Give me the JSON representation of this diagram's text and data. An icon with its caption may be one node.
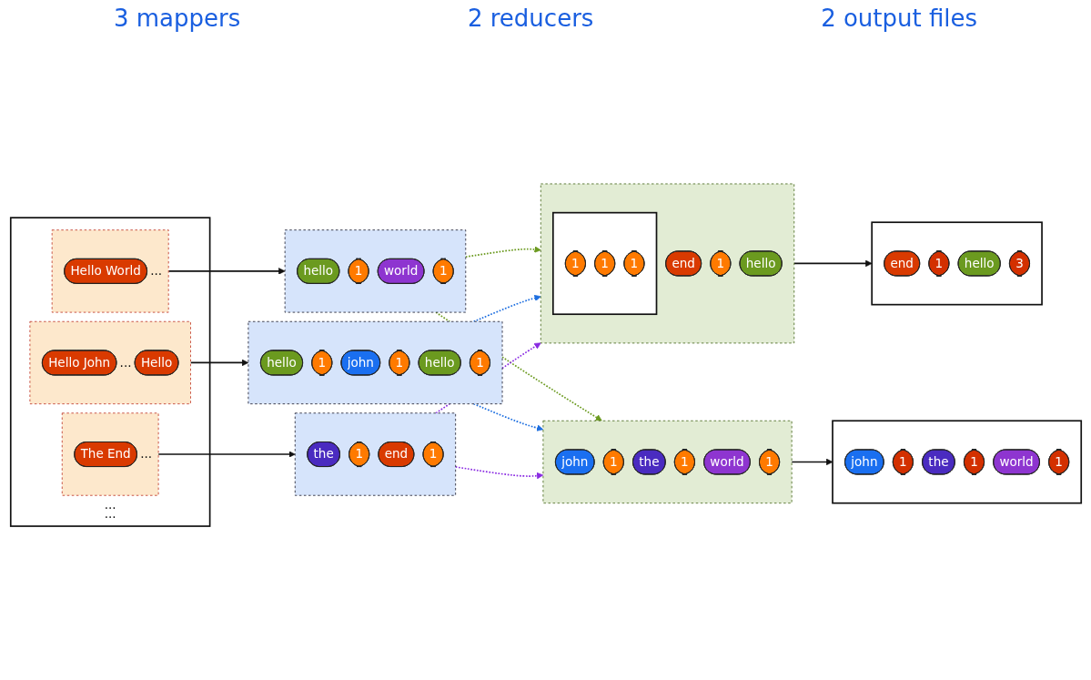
{
  "diagram": {
    "nodes": [
      {
        "text": [],
        "shape": "box"
      },
      {
        "text": [],
        "shape": "box",
        "in": 0
      },
      {
        "text": [
          "Hello World"
        ],
        "in": 1
      },
      {
        "text": [
          "..."
        ],
        "in": 1
      },
      {
        "text": [
          "..."
        ],
        "in": 0
      },
      {
        "text": [],
        "shape": "box",
        "in": 0
      },
      {
        "text": [
          "Hello John"
        ],
        "in": 5
      },
      {
        "text": [
          "..."
        ],
        "in": 5
      },
      {
        "text": [
          "Hello"
        ],
        "in": 5
      },
      {
        "text": [
          "..."
        ],
        "in": 0
      },
      {
        "text": [],
        "shape": "box",
        "in": 0
      },
      {
        "text": [
          "The End"
        ],
        "in": 10
      },
      {
        "text": [
          "..."
        ],
        "in": 10
      },
      {
        "text": [],
        "shape": "box"
      },
      {
        "text": [
          "hello"
        ],
        "in": 13
      },
      {
        "text": [
          "1"
        ],
        "in": 13
      },
      {
        "text": [
          "world"
        ],
        "in": 13
      },
      {
        "text": [
          "1"
        ],
        "in": 13
      },
      {
        "text": [],
        "shape": "box"
      },
      {
        "text": [
          "hello"
        ],
        "in": 18
      },
      {
        "text": [
          "1"
        ],
        "in": 18
      },
      {
        "text": [
          "john"
        ],
        "in": 18
      },
      {
        "text": [
          "1"
        ],
        "in": 18
      },
      {
        "text": [
          "hello"
        ],
        "in": 18
      },
      {
        "text": [
          "1"
        ],
        "in": 18
      },
      {
        "text": [],
        "shape": "box"
      },
      {
        "text": [
          "the"
        ],
        "in": 25
      },
      {
        "text": [
          "1"
        ],
        "in": 25
      },
      {
        "text": [
          "end"
        ],
        "in": 25
      },
      {
        "text": [
          "1"
        ],
        "in": 25
      },
      {
        "text": [],
        "shape": "box"
      },
      {
        "text": [
          "end"
        ],
        "in": 30
      },
      {
        "text": [
          "1"
        ],
        "in": 30
      },
      {
        "text": [
          "hello"
        ],
        "in": 30
      },
      {
        "text": [],
        "shape": "box",
        "in": 30
      },
      {
        "text": [
          "1"
        ],
        "in": 34
      },
      {
        "text": [
          "1"
        ],
        "in": 34
      },
      {
        "text": [
          "1"
        ],
        "in": 34
      },
      {
        "text": [],
        "shape": "box"
      },
      {
        "text": [
          "john"
        ],
        "in": 38
      },
      {
        "text": [
          "1"
        ],
        "in": 38
      },
      {
        "text": [
          "the"
        ],
        "in": 38
      },
      {
        "text": [
          "1"
        ],
        "in": 38
      },
      {
        "text": [
          "world"
        ],
        "in": 38
      },
      {
        "text": [
          "1"
        ],
        "in": 38
      },
      {
        "text": [],
        "shape": "box"
      },
      {
        "text": [
          "end"
        ],
        "in": 45
      },
      {
        "text": [
          "1"
        ],
        "in": 45
      },
      {
        "text": [
          "hello"
        ],
        "in": 45
      },
      {
        "text": [
          "3"
        ],
        "in": 45
      },
      {
        "text": [],
        "shape": "box"
      },
      {
        "text": [
          "john"
        ],
        "in": 50
      },
      {
        "text": [
          "1"
        ],
        "in": 50
      },
      {
        "text": [
          "the"
        ],
        "in": 50
      },
      {
        "text": [
          "1"
        ],
        "in": 50
      },
      {
        "text": [
          "world"
        ],
        "in": 50
      },
      {
        "text": [
          "1"
        ],
        "in": 50
      }
    ],
    "edges": [
      {
        "from": 1,
        "to": 13,
        "arrow": "to"
      },
      {
        "from": 5,
        "to": 18,
        "arrow": "to"
      },
      {
        "from": 10,
        "to": 25,
        "arrow": "to"
      },
      {
        "from": 13,
        "to": 30,
        "arrow": "to",
        "style": "dashed",
        "color": "#6b9a1f"
      },
      {
        "from": 13,
        "to": 38,
        "arrow": "to",
        "style": "dashed",
        "color": "#6b9a1f"
      },
      {
        "from": 18,
        "to": 30,
        "arrow": "to",
        "style": "dashed",
        "color": "#1e6fe0"
      },
      {
        "from": 18,
        "to": 38,
        "arrow": "to",
        "style": "dashed",
        "color": "#1e6fe0"
      },
      {
        "from": 25,
        "to": 30,
        "arrow": "to",
        "style": "dashed",
        "color": "#8a2be2"
      },
      {
        "from": 25,
        "to": 38,
        "arrow": "to",
        "style": "dashed",
        "color": "#8a2be2"
      },
      {
        "from": 30,
        "to": 45,
        "arrow": "to"
      },
      {
        "from": 38,
        "to": 50,
        "arrow": "to"
      }
    ],
    "labels": [
      "3 mappers",
      "2 reducers",
      "2 output files"
    ]
  }
}
